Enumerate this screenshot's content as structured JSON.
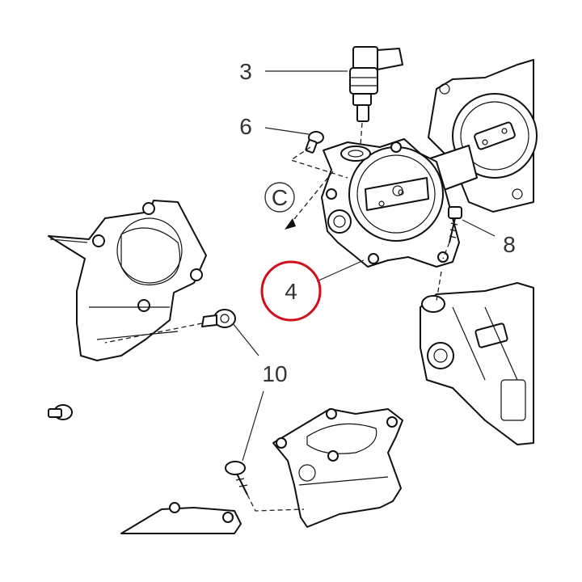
{
  "callouts": {
    "part_3": "3",
    "part_6": "6",
    "part_c": "C",
    "part_8": "8",
    "part_4": "4",
    "part_10": "10"
  },
  "colors": {
    "highlight_ring": "#d0101e",
    "line": "#111111",
    "label": "#333333"
  }
}
